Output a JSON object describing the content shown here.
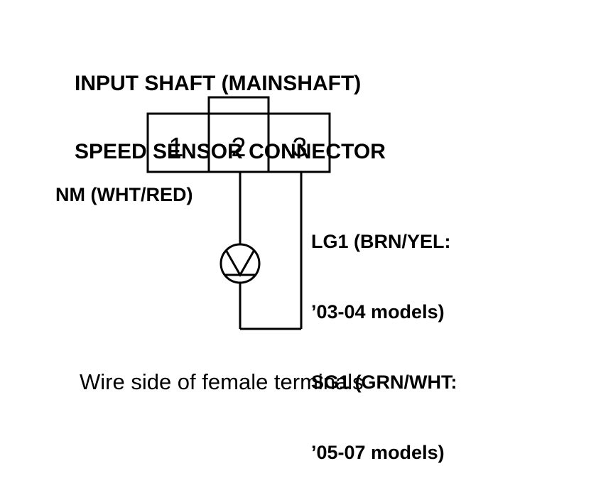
{
  "title": {
    "line1": "INPUT SHAFT (MAINSHAFT)",
    "line2": "SPEED SENSOR CONNECTOR"
  },
  "connector": {
    "pins": [
      "1",
      "2",
      "3"
    ]
  },
  "wires": {
    "left_label": "NM (WHT/RED)",
    "right_label_lines": [
      "LG1 (BRN/YEL:",
      "’03-04 models)",
      "SG1 (GRN/WHT:",
      "’05-07 models)"
    ]
  },
  "meter": {
    "symbol": "V",
    "icon": "voltmeter-icon"
  },
  "caption": "Wire side of female terminals"
}
